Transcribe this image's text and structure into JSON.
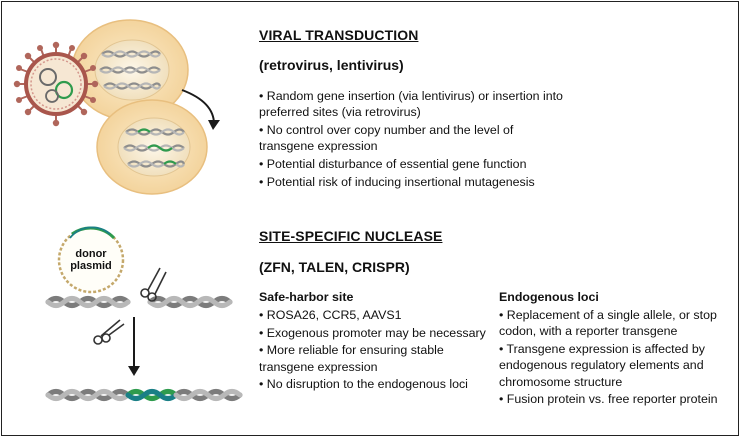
{
  "viral": {
    "title": "VIRAL TRANSDUCTION",
    "subtitle": "(retrovirus, lentivirus)",
    "bullets": [
      "• Random gene insertion (via lentivirus) or insertion into preferred sites (via retrovirus)",
      "• No control over copy number and the level of transgene expression",
      "• Potential disturbance of essential gene function",
      "• Potential risk of inducing insertional mutagenesis"
    ]
  },
  "nuclease": {
    "title": "SITE-SPECIFIC NUCLEASE",
    "subtitle": "(ZFN, TALEN, CRISPR)",
    "safe_harbor": {
      "title": "Safe-harbor site",
      "bullets": [
        "• ROSA26, CCR5, AAVS1",
        "• Exogenous promoter may be necessary",
        "• More reliable for ensuring stable transgene expression",
        "• No disruption to the endogenous loci"
      ]
    },
    "endogenous": {
      "title": "Endogenous loci",
      "bullets": [
        "• Replacement of a single allele, or stop codon, with a reporter transgene",
        "• Transgene expression is affected by endogenous regulatory elements and chromosome structure",
        "• Fusion protein vs. free reporter protein"
      ]
    }
  },
  "illustration": {
    "plasmid_label_line1": "donor",
    "plasmid_label_line2": "plasmid"
  },
  "colors": {
    "cell_fill": "#f7ddb0",
    "cell_stroke": "#e9c07e",
    "virus_red": "#a5524a",
    "dna_gray": "#8a8a8a",
    "dna_green": "#2f9b4d",
    "dna_teal": "#1a7f86"
  }
}
